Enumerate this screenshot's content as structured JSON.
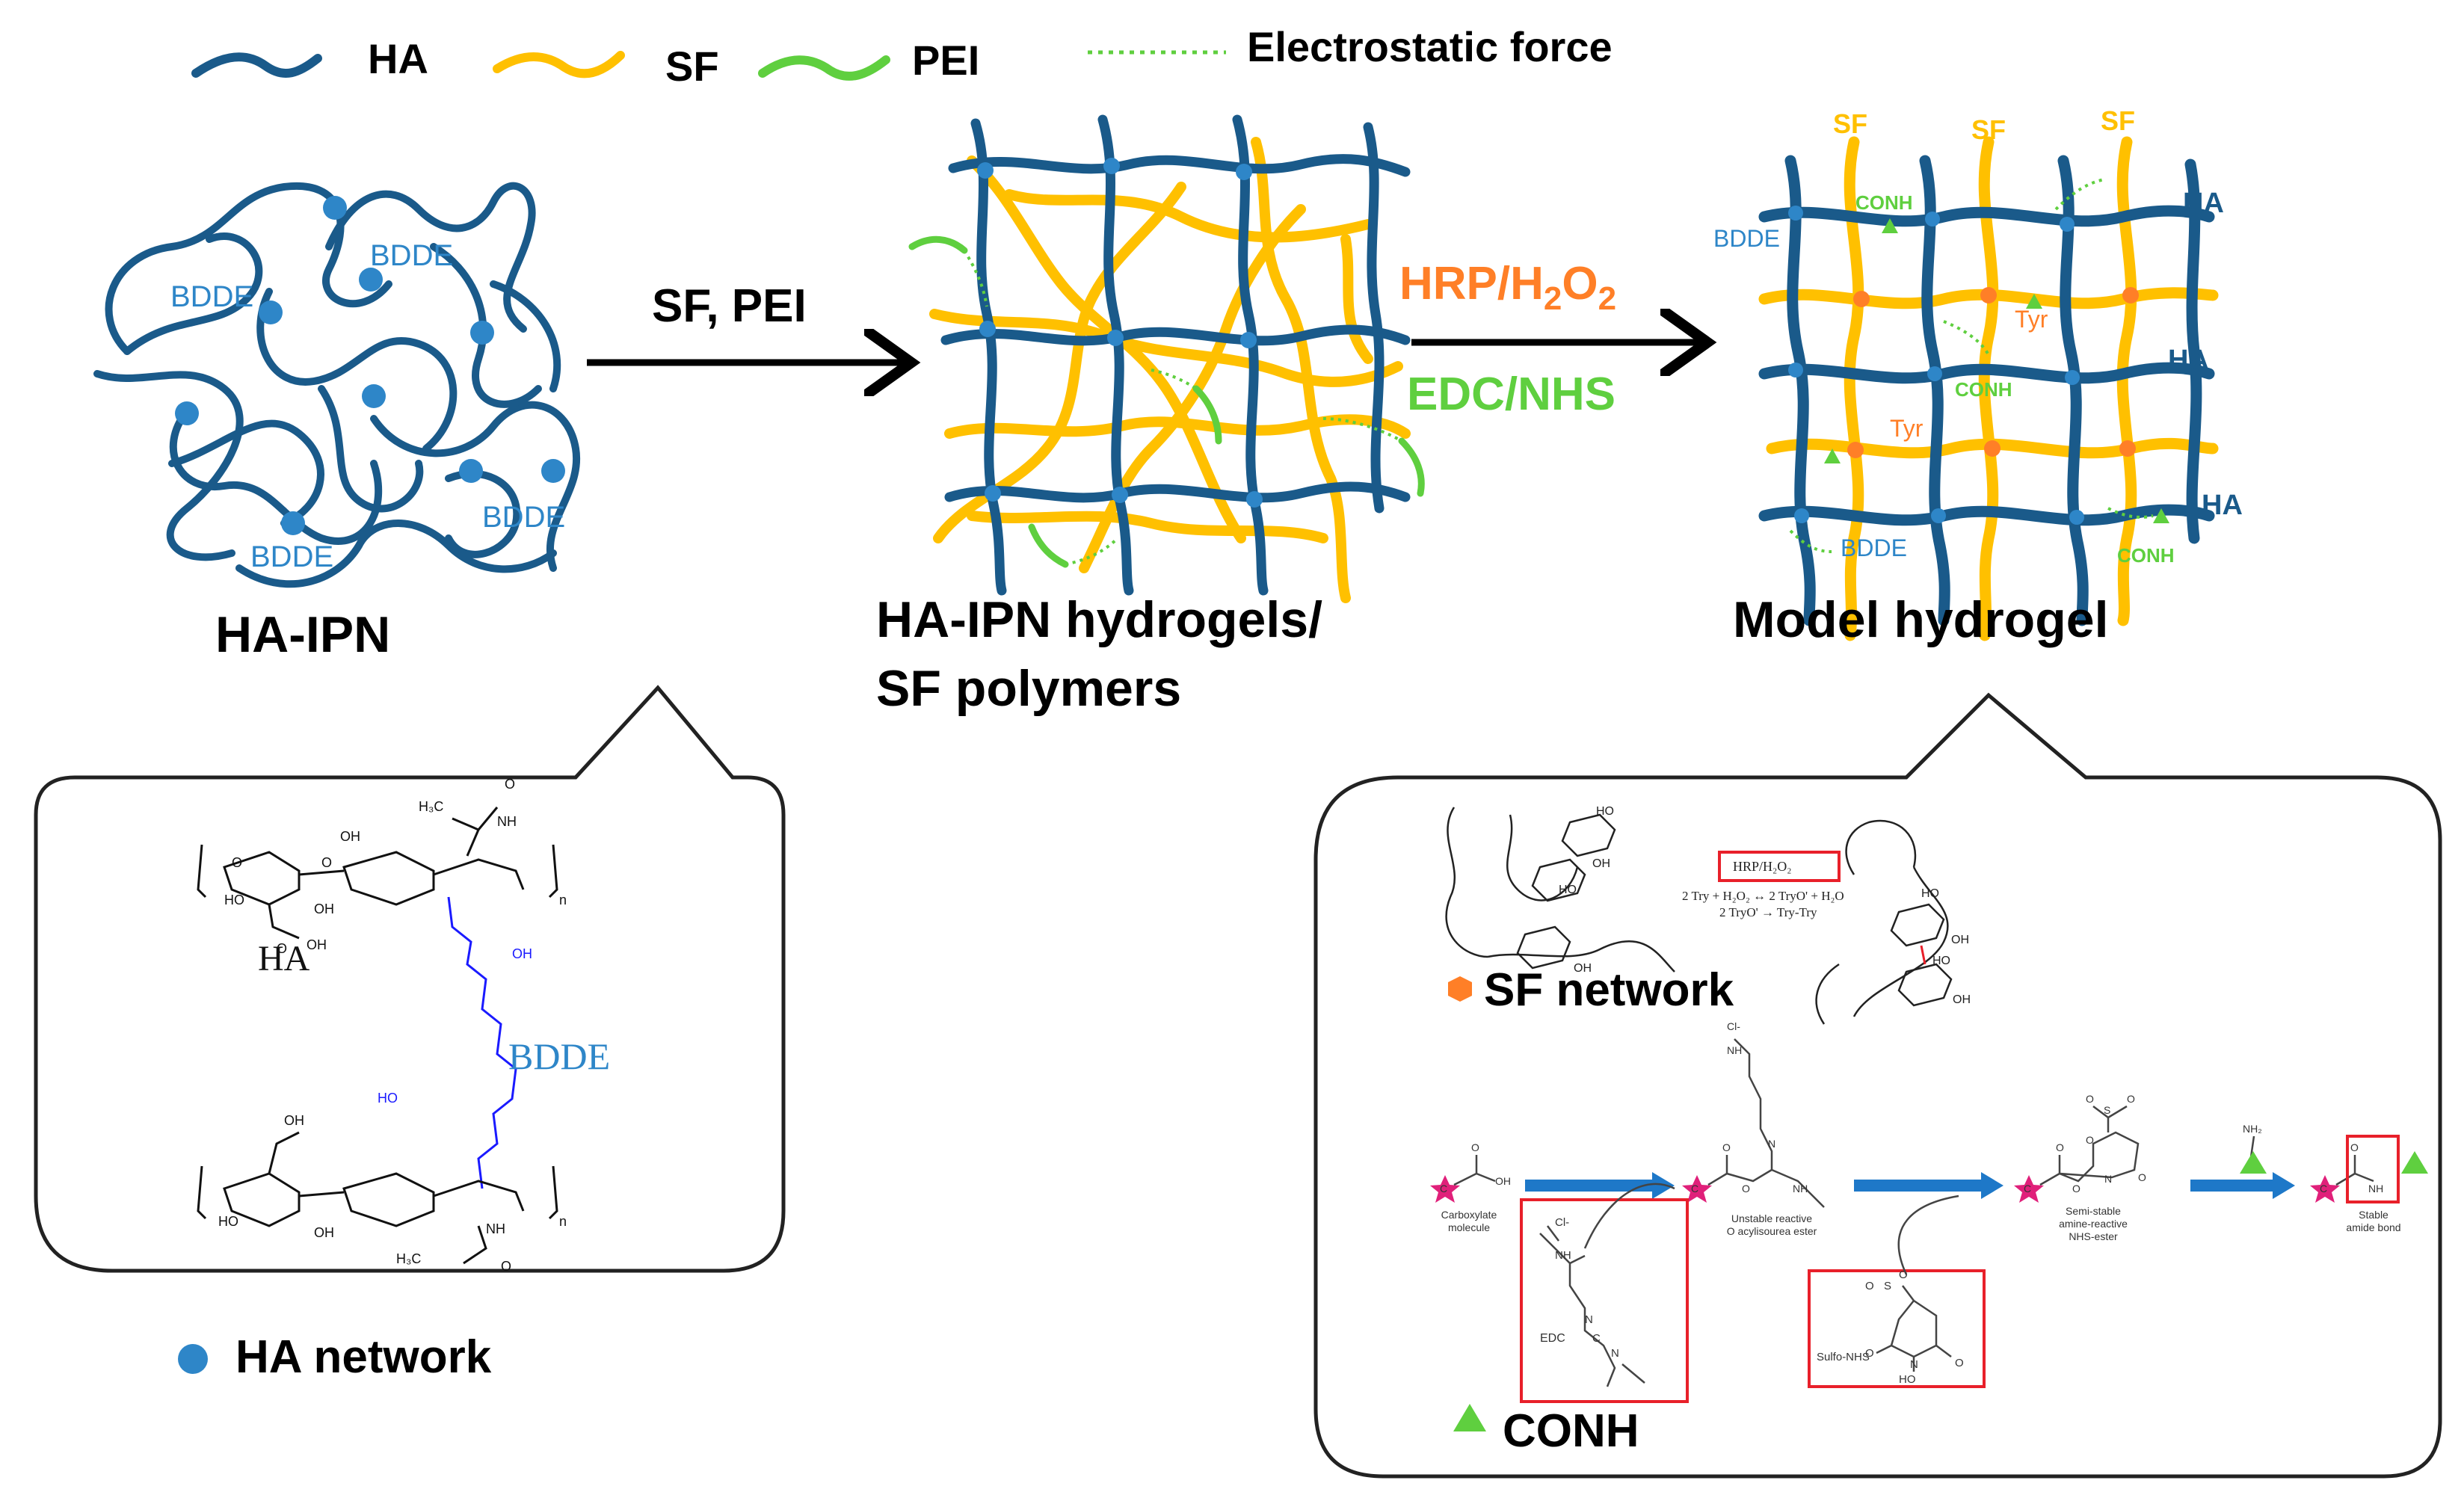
{
  "colors": {
    "ha": "#1a5a8a",
    "sf": "#ffc000",
    "pei": "#5fcf3f",
    "electrostatic": "#5fcf3f",
    "node": "#2e86c8",
    "bdde_label": "#2e86c8",
    "orange_label": "#ff7f27",
    "green_label": "#5fcf3f",
    "red_box": "#e8202a",
    "bdde_chain": "#1a1aff",
    "arrow_blue": "#1e78c8",
    "star": "#e0207a"
  },
  "legend": {
    "ha": "HA",
    "sf": "SF",
    "pei": "PEI",
    "electrostatic": "Electrostatic force"
  },
  "panel1": {
    "title": "HA-IPN",
    "bdde_labels": [
      "BDDE",
      "BDDE",
      "BDDE",
      "BDDE"
    ]
  },
  "arrow1": {
    "label": "SF, PEI"
  },
  "panel2": {
    "title_line1": "HA-IPN hydrogels/",
    "title_line2": "SF polymers"
  },
  "arrow2": {
    "label_top_main": "HRP/H",
    "label_top_sub1": "2",
    "label_top_mid": "O",
    "label_top_sub2": "2",
    "label_bottom": "EDC/NHS"
  },
  "panel3": {
    "title": "Model hydrogel",
    "sf_labels": [
      "SF",
      "SF",
      "SF"
    ],
    "ha_labels": [
      "HA",
      "HA",
      "HA"
    ],
    "bdde_labels": [
      "BDDE",
      "BDDE"
    ],
    "conh_labels": [
      "CONH",
      "CONH",
      "CONH"
    ],
    "tyr_labels": [
      "Tyr",
      "Tyr"
    ]
  },
  "bubble_left": {
    "ha_label": "HA",
    "bdde_label": "BDDE",
    "oh": "OH",
    "ho": "HO",
    "nh": "NH",
    "h3c": "H₃C",
    "o": "O",
    "n": "n",
    "caption": "HA network"
  },
  "bubble_right": {
    "hrp_box": "HRP/H₂O₂",
    "eq1": "2 Try + H₂O₂ ↔ 2 TryO' + H₂O",
    "eq2": "2 TryO' → Try-Try",
    "oh": "OH",
    "ho": "HO",
    "sf_caption": "SF network",
    "cl": "Cl-",
    "nh": "NH",
    "n": "N",
    "c": "C",
    "o": "O",
    "s": "S",
    "nh2": "NH₂",
    "edc": "EDC",
    "sulfo_nhs": "Sulfo-NHS",
    "step1": [
      "Carboxylate",
      "molecule"
    ],
    "step2": [
      "Unstable reactive",
      "O acylisourea ester"
    ],
    "step3": [
      "Semi-stable",
      "amine-reactive",
      "NHS-ester"
    ],
    "step4": [
      "Stable",
      "amide bond"
    ],
    "conh_caption": "CONH"
  }
}
